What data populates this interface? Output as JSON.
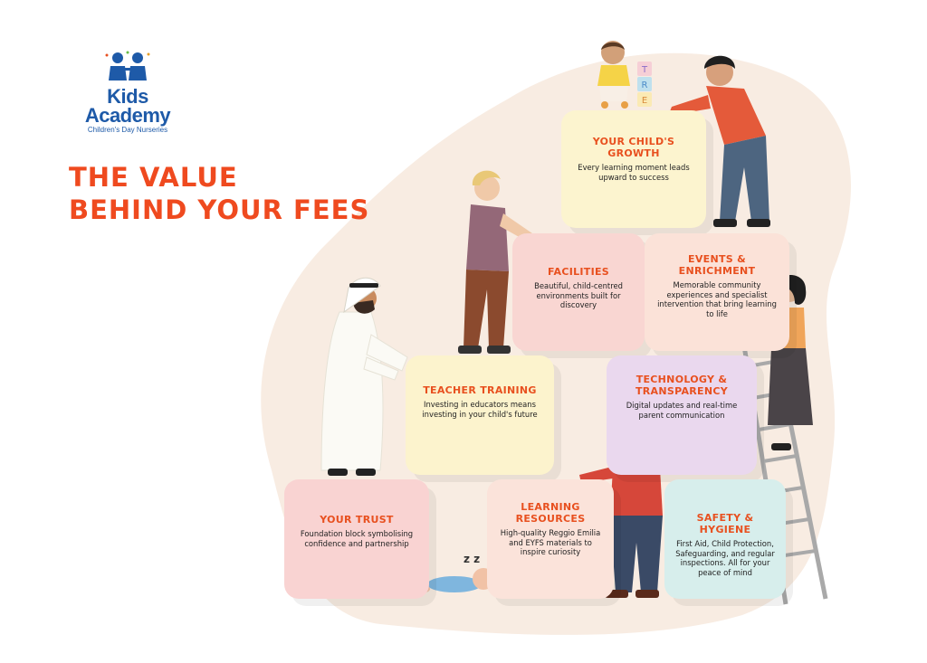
{
  "logo": {
    "name_line1": "Kids",
    "name_line2": "Academy",
    "tagline": "Children's Day Nurseries"
  },
  "title": {
    "line1": "THE VALUE",
    "line2": "BEHIND YOUR FEES"
  },
  "blocks": {
    "growth": {
      "title": "YOUR CHILD'S GROWTH",
      "desc": "Every learning moment leads upward to success"
    },
    "facilities": {
      "title": "FACILITIES",
      "desc": "Beautiful, child-centred environments built for discovery"
    },
    "events": {
      "title": "EVENTS & ENRICHMENT",
      "desc": "Memorable community experiences and specialist intervention that bring learning to life"
    },
    "teacher": {
      "title": "TEACHER TRAINING",
      "desc": "Investing in educators means investing in your child's future"
    },
    "technology": {
      "title": "TECHNOLOGY & TRANSPARENCY",
      "desc": "Digital updates and real-time parent communication"
    },
    "trust": {
      "title": "YOUR TRUST",
      "desc": "Foundation block symbolising confidence and partnership"
    },
    "learning": {
      "title": "LEARNING RESOURCES",
      "desc": "High-quality Reggio Emilia and EYFS materials to inspire curiosity"
    },
    "safety": {
      "title": "SAFETY & HYGIENE",
      "desc": "First Aid, Child Protection, Safeguarding, and regular inspections. All for your peace of mind"
    }
  },
  "toy_blocks": [
    "T",
    "R",
    "E"
  ],
  "sleep_text": "z z",
  "colors": {
    "accent": "#ef4a1f",
    "brand": "#1e5aa8",
    "blob": "#f8ece2",
    "yellow_block": "#fcf4cf",
    "pink_block": "#f9d6d2",
    "peach_block": "#fbe2d8",
    "lavender_block": "#ead8ee",
    "mint_block": "#d7eeec"
  }
}
